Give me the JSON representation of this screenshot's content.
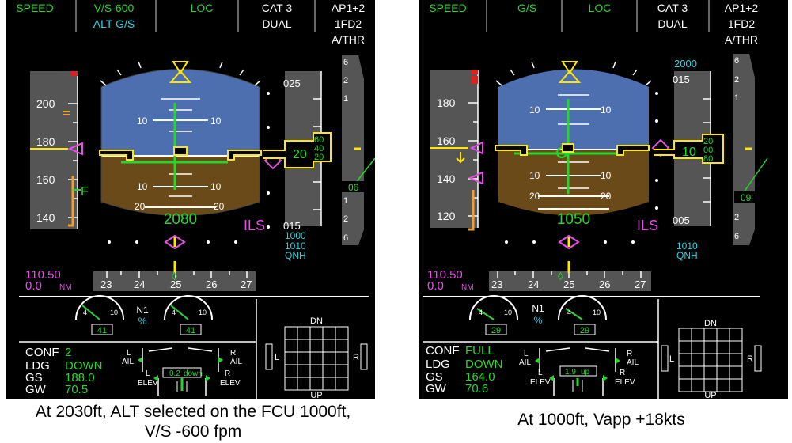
{
  "colors": {
    "green": "#27d62a",
    "cyan": "#29d3e2",
    "magenta": "#e64fe6",
    "yellow": "#ffe800",
    "sky": "#4d6fb0",
    "ground": "#6b4a1a",
    "amber": "#f0a030",
    "red": "#e0201a"
  },
  "panels": [
    {
      "fma": {
        "speed": "SPEED",
        "vert": "V/S-600",
        "vert_armed": "ALT G/S",
        "lat": "LOC",
        "cat": "CAT 3",
        "cat_mode": "DUAL",
        "ap": "AP1+2",
        "fd": "1FD2",
        "athr": "A/THR"
      },
      "speed_tape": {
        "ticks": [
          "200",
          "180",
          "160",
          "140"
        ],
        "flap_marker": "F"
      },
      "pitch_labels": [
        "10",
        "10",
        "10",
        "10",
        "20",
        "20"
      ],
      "radio_alt": "2080",
      "alt_tape": {
        "target": "",
        "top": "025",
        "bottom": "015",
        "readout": "20",
        "readout_drum": [
          "60",
          "40",
          "20"
        ],
        "below": "1000",
        "baro": "1010",
        "qnh": "QNH"
      },
      "vs_scale": [
        "6",
        "2",
        "1",
        "1",
        "2",
        "6"
      ],
      "vs_readout": "06",
      "ils_label": "ILS",
      "ils_freq": "110.50",
      "ils_dist": "0.0",
      "ils_unit": "NM",
      "heading": [
        "23",
        "24",
        "25",
        "26",
        "27"
      ],
      "n1_label": "N1",
      "n1_unit": "%",
      "n1_left": "41",
      "n1_right": "41",
      "n1_dial": "4",
      "n1_dial_max": "10",
      "conf": {
        "label": "CONF",
        "value": "2"
      },
      "ldg": {
        "label": "LDG",
        "value": "DOWN"
      },
      "gs": {
        "label": "GS",
        "value": "188.0"
      },
      "gw": {
        "label": "GW",
        "value": "70.5"
      },
      "flight_ctrl": {
        "l": "L",
        "r": "R",
        "ail": "AIL",
        "elev": "ELEV",
        "pitch_trim": "0.2",
        "trim_dir": "down"
      },
      "sd": {
        "dn": "DN",
        "up": "UP",
        "l": "L",
        "r": "R"
      }
    },
    {
      "fma": {
        "speed": "SPEED",
        "vert": "G/S",
        "vert_armed": "",
        "lat": "LOC",
        "cat": "CAT 3",
        "cat_mode": "DUAL",
        "ap": "AP1+2",
        "fd": "1FD2",
        "athr": "A/THR"
      },
      "speed_tape": {
        "ticks": [
          "180",
          "160",
          "140",
          "120"
        ],
        "flap_marker": ""
      },
      "pitch_labels": [
        "10",
        "10",
        "10",
        "10",
        "20",
        "20"
      ],
      "radio_alt": "1050",
      "alt_tape": {
        "target": "2000",
        "top": "015",
        "bottom": "005",
        "readout": "10",
        "readout_drum": [
          "20",
          "00",
          "80"
        ],
        "below": "",
        "baro": "1010",
        "qnh": "QNH"
      },
      "vs_scale": [
        "6",
        "2",
        "1",
        "1",
        "2",
        "6"
      ],
      "vs_readout": "09",
      "ils_label": "ILS",
      "ils_freq": "110.50",
      "ils_dist": "0.0",
      "ils_unit": "NM",
      "heading": [
        "23",
        "24",
        "25",
        "26",
        "27"
      ],
      "n1_label": "N1",
      "n1_unit": "%",
      "n1_left": "29",
      "n1_right": "29",
      "n1_dial": "4",
      "n1_dial_max": "10",
      "conf": {
        "label": "CONF",
        "value": "FULL"
      },
      "ldg": {
        "label": "LDG",
        "value": "DOWN"
      },
      "gs": {
        "label": "GS",
        "value": "164.0"
      },
      "gw": {
        "label": "GW",
        "value": "70.6"
      },
      "flight_ctrl": {
        "l": "L",
        "r": "R",
        "ail": "AIL",
        "elev": "ELEV",
        "pitch_trim": "1.9",
        "trim_dir": "up"
      },
      "sd": {
        "dn": "DN",
        "up": "UP",
        "l": "L",
        "r": "R"
      }
    }
  ],
  "captions": {
    "left_line1": "At 2030ft, ALT selected on the FCU 1000ft,",
    "left_line2": "V/S -600 fpm",
    "right": "At 1000ft, Vapp +18kts"
  }
}
